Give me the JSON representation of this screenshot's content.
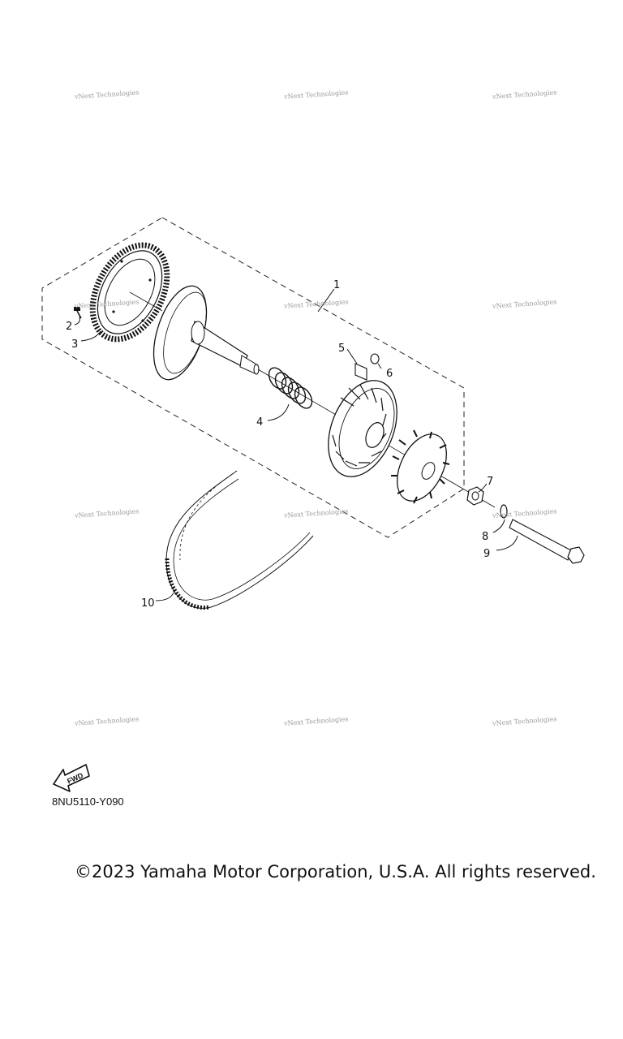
{
  "watermark_text": "vNext Technologies",
  "callouts": {
    "c1": "1",
    "c2": "2",
    "c3": "3",
    "c4": "4",
    "c5": "5",
    "c6": "6",
    "c7": "7",
    "c8": "8",
    "c9": "9",
    "c10": "10"
  },
  "fwd_label": "FWD",
  "drawing_code": "8NU5110-Y090",
  "copyright": "©2023 Yamaha Motor Corporation, U.S.A. All rights reserved."
}
